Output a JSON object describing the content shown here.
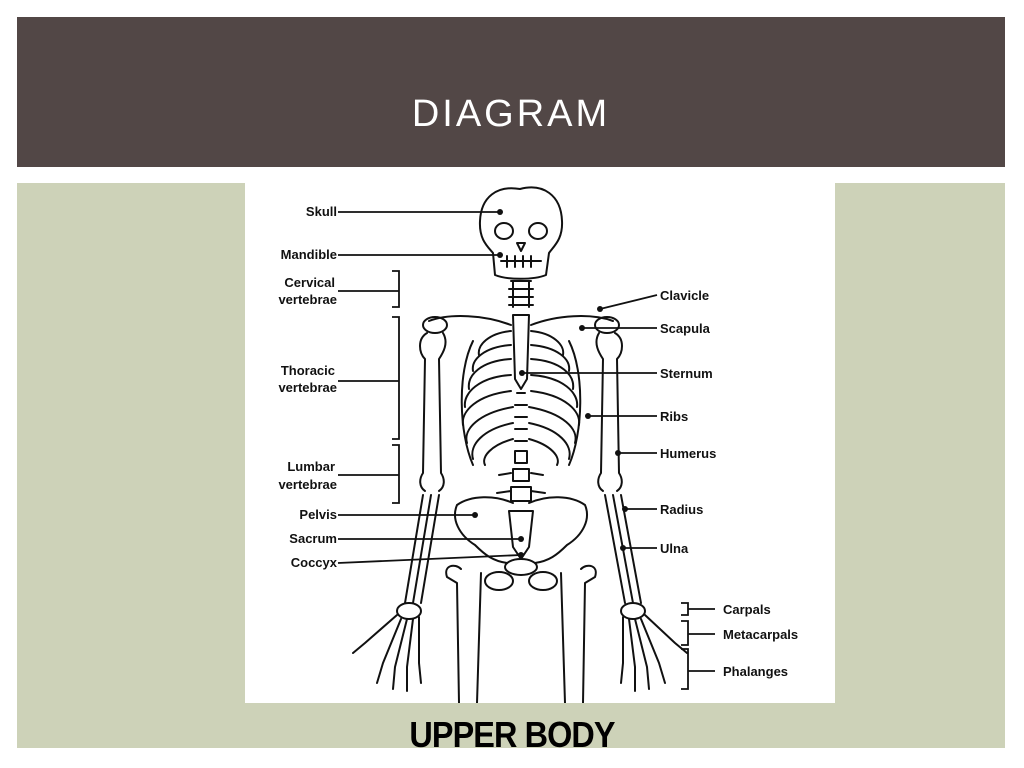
{
  "slide": {
    "title": "DIAGRAM",
    "caption": "UPPER BODY"
  },
  "colors": {
    "header_bg": "#524746",
    "panel_bg": "#cdd2b8"
  },
  "labels": {
    "skull": "Skull",
    "mandible": "Mandible",
    "cervical_1": "Cervical",
    "cervical_2": "vertebrae",
    "thoracic_1": "Thoracic",
    "thoracic_2": "vertebrae",
    "lumbar_1": "Lumbar",
    "lumbar_2": "vertebrae",
    "pelvis": "Pelvis",
    "sacrum": "Sacrum",
    "coccyx": "Coccyx",
    "clavicle": "Clavicle",
    "scapula": "Scapula",
    "sternum": "Sternum",
    "ribs": "Ribs",
    "humerus": "Humerus",
    "radius": "Radius",
    "ulna": "Ulna",
    "carpals": "Carpals",
    "metacarpals": "Metacarpals",
    "phalanges": "Phalanges"
  }
}
